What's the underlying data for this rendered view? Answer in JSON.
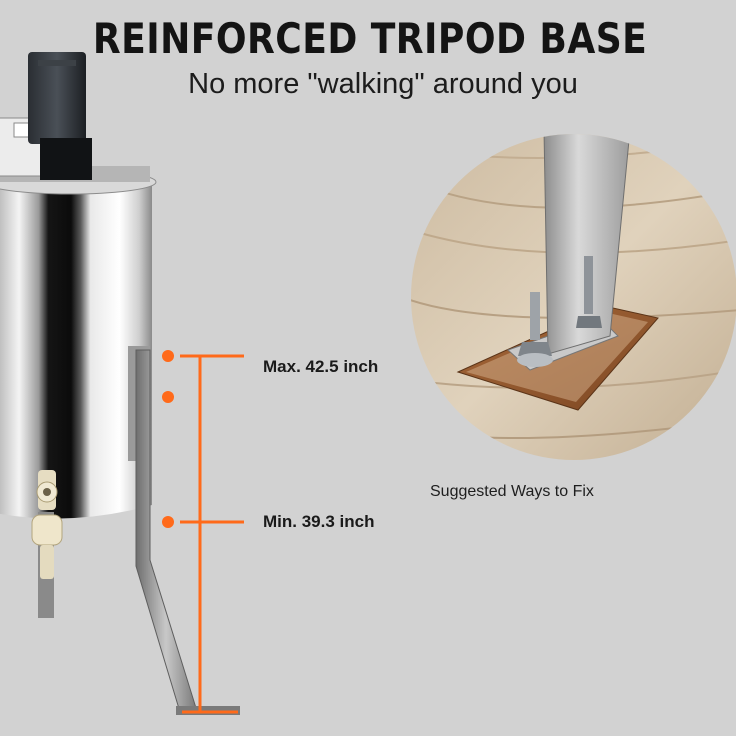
{
  "header": {
    "title": "REINFORCED TRIPOD BASE",
    "subtitle": "No more \"walking\" around you"
  },
  "measurements": {
    "max_label": "Max. 42.5 inch",
    "min_label": "Min. 39.3 inch"
  },
  "inset": {
    "caption": "Suggested Ways to Fix"
  },
  "colors": {
    "background": "#d2d2d2",
    "accent_orange": "#ff6a1a",
    "text_dark": "#141414"
  }
}
